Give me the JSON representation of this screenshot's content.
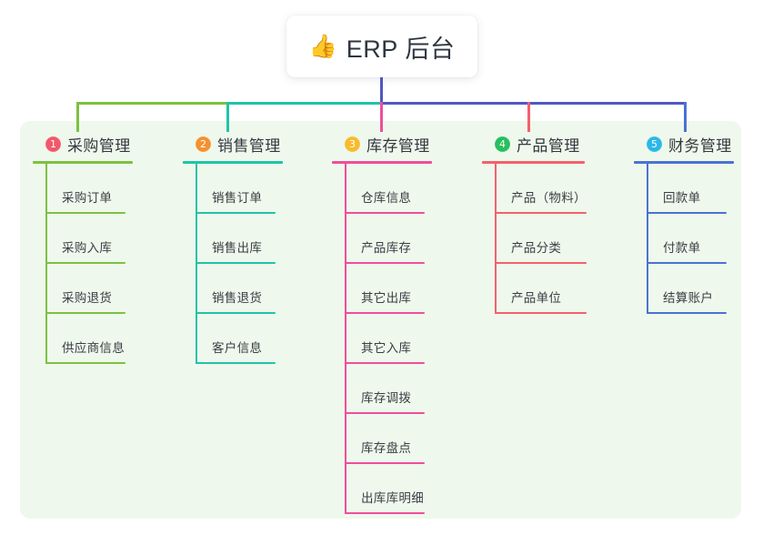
{
  "root": {
    "icon": "thumbs-up-icon",
    "icon_glyph": "👍",
    "title": "ERP 后台"
  },
  "panel": {
    "background_color": "#eff8ec"
  },
  "colors": {
    "col1_line": "#7cc141",
    "col1_badge": "#f2586b",
    "col2_line": "#1fc4a8",
    "col2_badge": "#f5912e",
    "col3_line": "#ef4e9b",
    "col3_badge": "#f8bb2c",
    "col4_line": "#f4606c",
    "col4_badge": "#27bf5d",
    "col5_line": "#4a72d4",
    "col5_badge": "#2ab8e8",
    "bus_green": "#7cc141",
    "bus_teal": "#1fc4a8",
    "bus_blue": "#4f57c4",
    "stem": "#4f57c4",
    "title_text": "#2f3640",
    "item_text": "#3a3f46"
  },
  "columns": [
    {
      "number": "1",
      "title": "采购管理",
      "line_color": "#7cc141",
      "badge_color": "#f2586b",
      "items": [
        "采购订单",
        "采购入库",
        "采购退货",
        "供应商信息"
      ]
    },
    {
      "number": "2",
      "title": "销售管理",
      "line_color": "#1fc4a8",
      "badge_color": "#f5912e",
      "items": [
        "销售订单",
        "销售出库",
        "销售退货",
        "客户信息"
      ]
    },
    {
      "number": "3",
      "title": "库存管理",
      "line_color": "#ef4e9b",
      "badge_color": "#f8bb2c",
      "items": [
        "仓库信息",
        "产品库存",
        "其它出库",
        "其它入库",
        "库存调拨",
        "库存盘点",
        "出库库明细"
      ]
    },
    {
      "number": "4",
      "title": "产品管理",
      "line_color": "#f4606c",
      "badge_color": "#27bf5d",
      "items": [
        "产品（物料）",
        "产品分类",
        "产品单位"
      ]
    },
    {
      "number": "5",
      "title": "财务管理",
      "line_color": "#4a72d4",
      "badge_color": "#2ab8e8",
      "items": [
        "回款单",
        "付款单",
        "结算账户"
      ]
    }
  ]
}
